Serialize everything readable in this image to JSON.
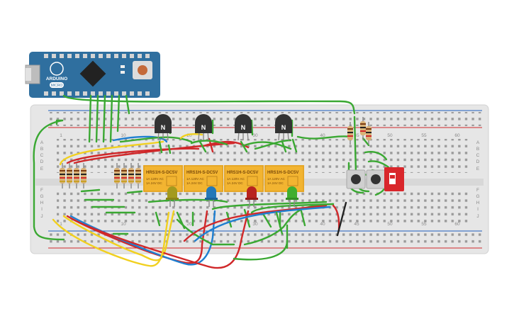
{
  "board": {
    "brand": "ARDUINO",
    "model": "MICRO"
  },
  "breadboard": {
    "row_letters": [
      "A",
      "B",
      "C",
      "D",
      "E",
      "F",
      "G",
      "H",
      "I",
      "J"
    ],
    "column_numbers": [
      "1",
      "10",
      "20",
      "30",
      "40",
      "45",
      "50",
      "55",
      "60"
    ]
  },
  "transistors": [
    {
      "label": "N"
    },
    {
      "label": "N"
    },
    {
      "label": "N"
    },
    {
      "label": "N"
    }
  ],
  "relays": [
    {
      "part": "HRS1H-S-DC5V",
      "rating_ac": "1A 120V AC",
      "rating_dc": "1A 24V DC"
    },
    {
      "part": "HRS1H-S-DC5V",
      "rating_ac": "1A 120V AC",
      "rating_dc": "1A 24V DC"
    },
    {
      "part": "HRS1H-S-DC5V",
      "rating_ac": "1A 120V AC",
      "rating_dc": "1A 24V DC"
    },
    {
      "part": "HRS1H-S-DC5V",
      "rating_ac": "1A 120V AC",
      "rating_dc": "1A 24V DC"
    }
  ],
  "colors": {
    "board_blue": "#2f6f9f",
    "breadboard": "#e6e6e6",
    "relay_yellow": "#f2b431",
    "wire_green": "#3aa832",
    "wire_red": "#d0282a",
    "wire_blue": "#1f7fd0",
    "wire_yellow": "#f1d01f",
    "led_olive": "#a39a1e",
    "led_blue": "#2478b8",
    "led_red": "#b8231f",
    "led_green": "#3fae2f",
    "dip_switch": "#d9262b"
  }
}
